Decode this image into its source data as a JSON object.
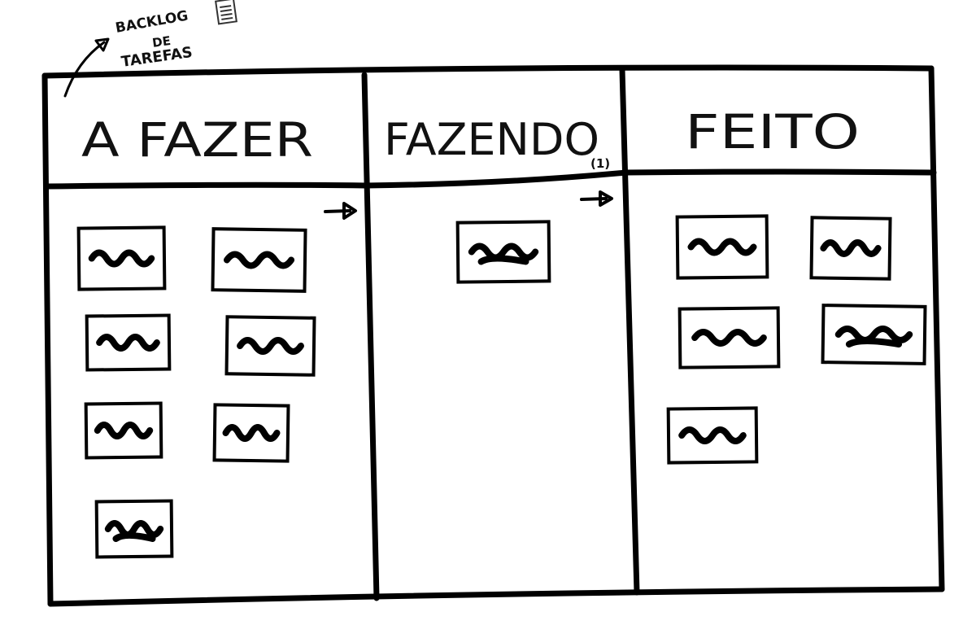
{
  "annotation": {
    "lines": [
      "BACKLOG",
      "DE",
      "TAREFAS"
    ],
    "icon": "document-icon"
  },
  "columns": [
    {
      "title": "A FAZER",
      "wip_limit": "",
      "card_count": 7
    },
    {
      "title": "FAZENDO",
      "wip_limit": "(1)",
      "card_count": 1
    },
    {
      "title": "FEITO",
      "wip_limit": "",
      "card_count": 5
    }
  ],
  "colors": {
    "ink": "#000000",
    "background": "#ffffff"
  }
}
